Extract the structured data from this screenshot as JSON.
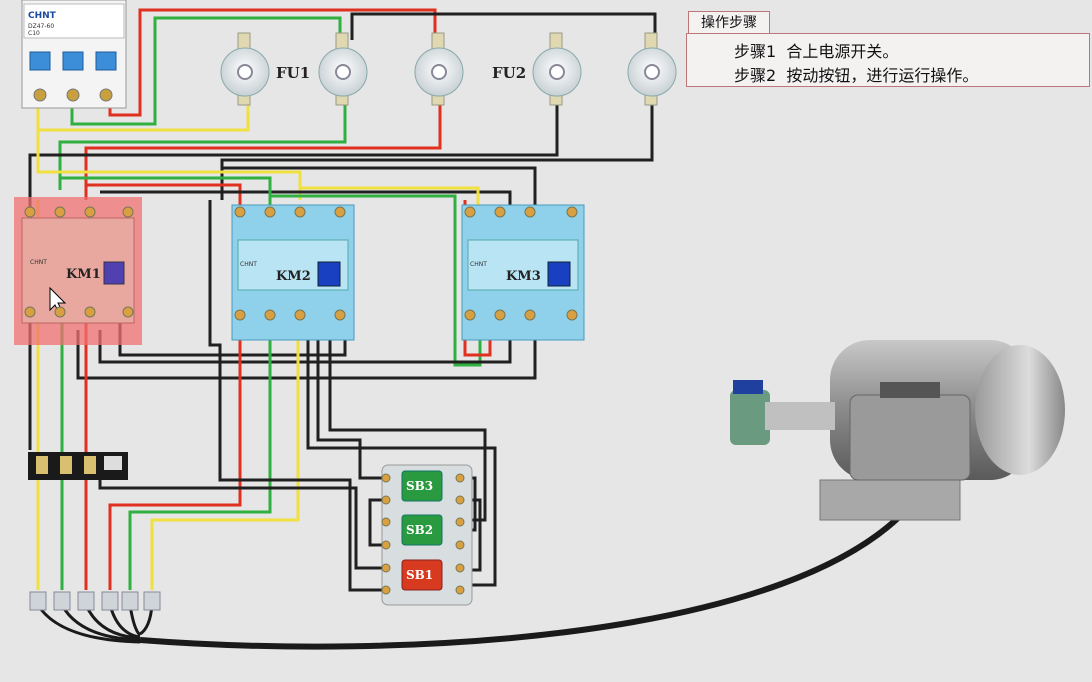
{
  "panel": {
    "tab_label": "操作步骤",
    "steps": [
      {
        "label": "步骤1",
        "text": "合上电源开关。"
      },
      {
        "label": "步骤2",
        "text": "按动按钮，进行运行操作。"
      }
    ]
  },
  "breaker": {
    "brand": "CHNT",
    "model": "DZ47-60",
    "rating": "C10"
  },
  "fuses": {
    "group1_label": "FU1",
    "group2_label": "FU2"
  },
  "contactors": [
    {
      "label": "KM1",
      "brand": "CHNT",
      "highlighted": true
    },
    {
      "label": "KM2",
      "brand": "CHNT",
      "highlighted": false
    },
    {
      "label": "KM3",
      "brand": "CHNT",
      "highlighted": false
    }
  ],
  "buttons": [
    {
      "label": "SB3",
      "color": "green"
    },
    {
      "label": "SB2",
      "color": "green"
    },
    {
      "label": "SB1",
      "color": "red"
    }
  ],
  "colors": {
    "background": "#e6e6e6",
    "wire_red": "#e03020",
    "wire_green": "#30b040",
    "wire_yellow": "#f0e040",
    "wire_black": "#202020",
    "contactor_blue": "#8fd0ea",
    "highlight": "#f07070"
  }
}
